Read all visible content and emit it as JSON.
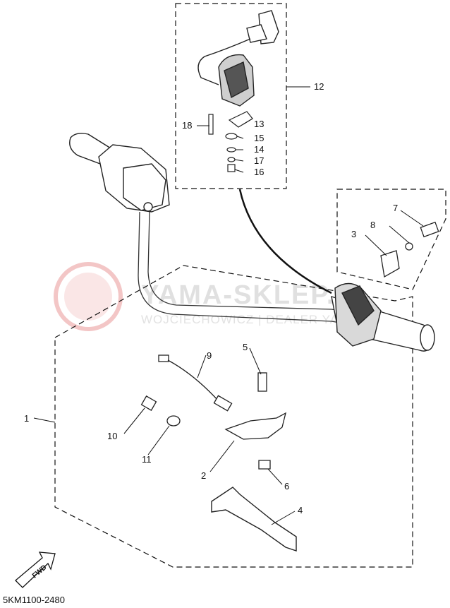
{
  "watermark": {
    "title": "YAMA-SKLEP.PL",
    "subtitle": "WOJCIECHOWICZ | DEALER YAMAHA"
  },
  "fwd_label": "FWD",
  "diagram_code": "5KM1100-2480",
  "callouts": {
    "c1": "1",
    "c2": "2",
    "c3": "3",
    "c4": "4",
    "c5": "5",
    "c6": "6",
    "c7": "7",
    "c8": "8",
    "c9": "9",
    "c10": "10",
    "c11": "11",
    "c12": "12",
    "c13": "13",
    "c14": "14",
    "c15": "15",
    "c16": "16",
    "c17": "17",
    "c18": "18"
  }
}
